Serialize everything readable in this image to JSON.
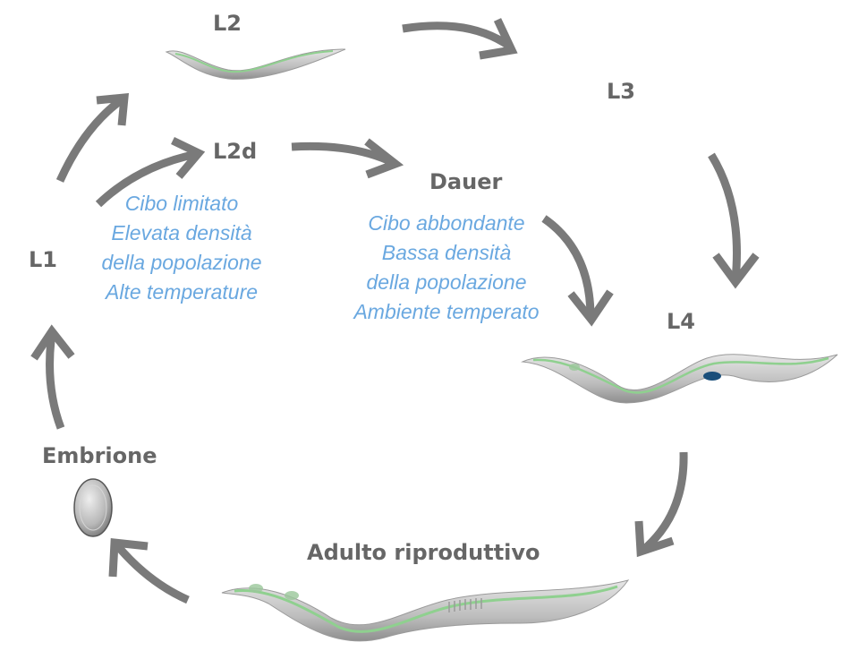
{
  "colors": {
    "arrow": "#7a7a7a",
    "stage_text": "#666666",
    "condition_text": "#6aa8e0",
    "worm_body": "#c8c8c8",
    "worm_line": "#8fd08f"
  },
  "stages": {
    "l2": "L2",
    "l3": "L3",
    "l2d": "L2d",
    "dauer": "Dauer",
    "l1": "L1",
    "l4": "L4",
    "embryo": "Embrione",
    "adult": "Adulto riproduttivo"
  },
  "conditions": {
    "unfavorable": [
      "Cibo limitato",
      "Elevata densità",
      "della popolazione",
      "Alte temperature"
    ],
    "favorable": [
      "Cibo abbondante",
      "Bassa densità",
      "della popolazione",
      "Ambiente temperato"
    ]
  },
  "icons": {
    "arrows": "curved-arrow-icon",
    "worms": "nematode-icon",
    "egg": "egg-icon"
  }
}
